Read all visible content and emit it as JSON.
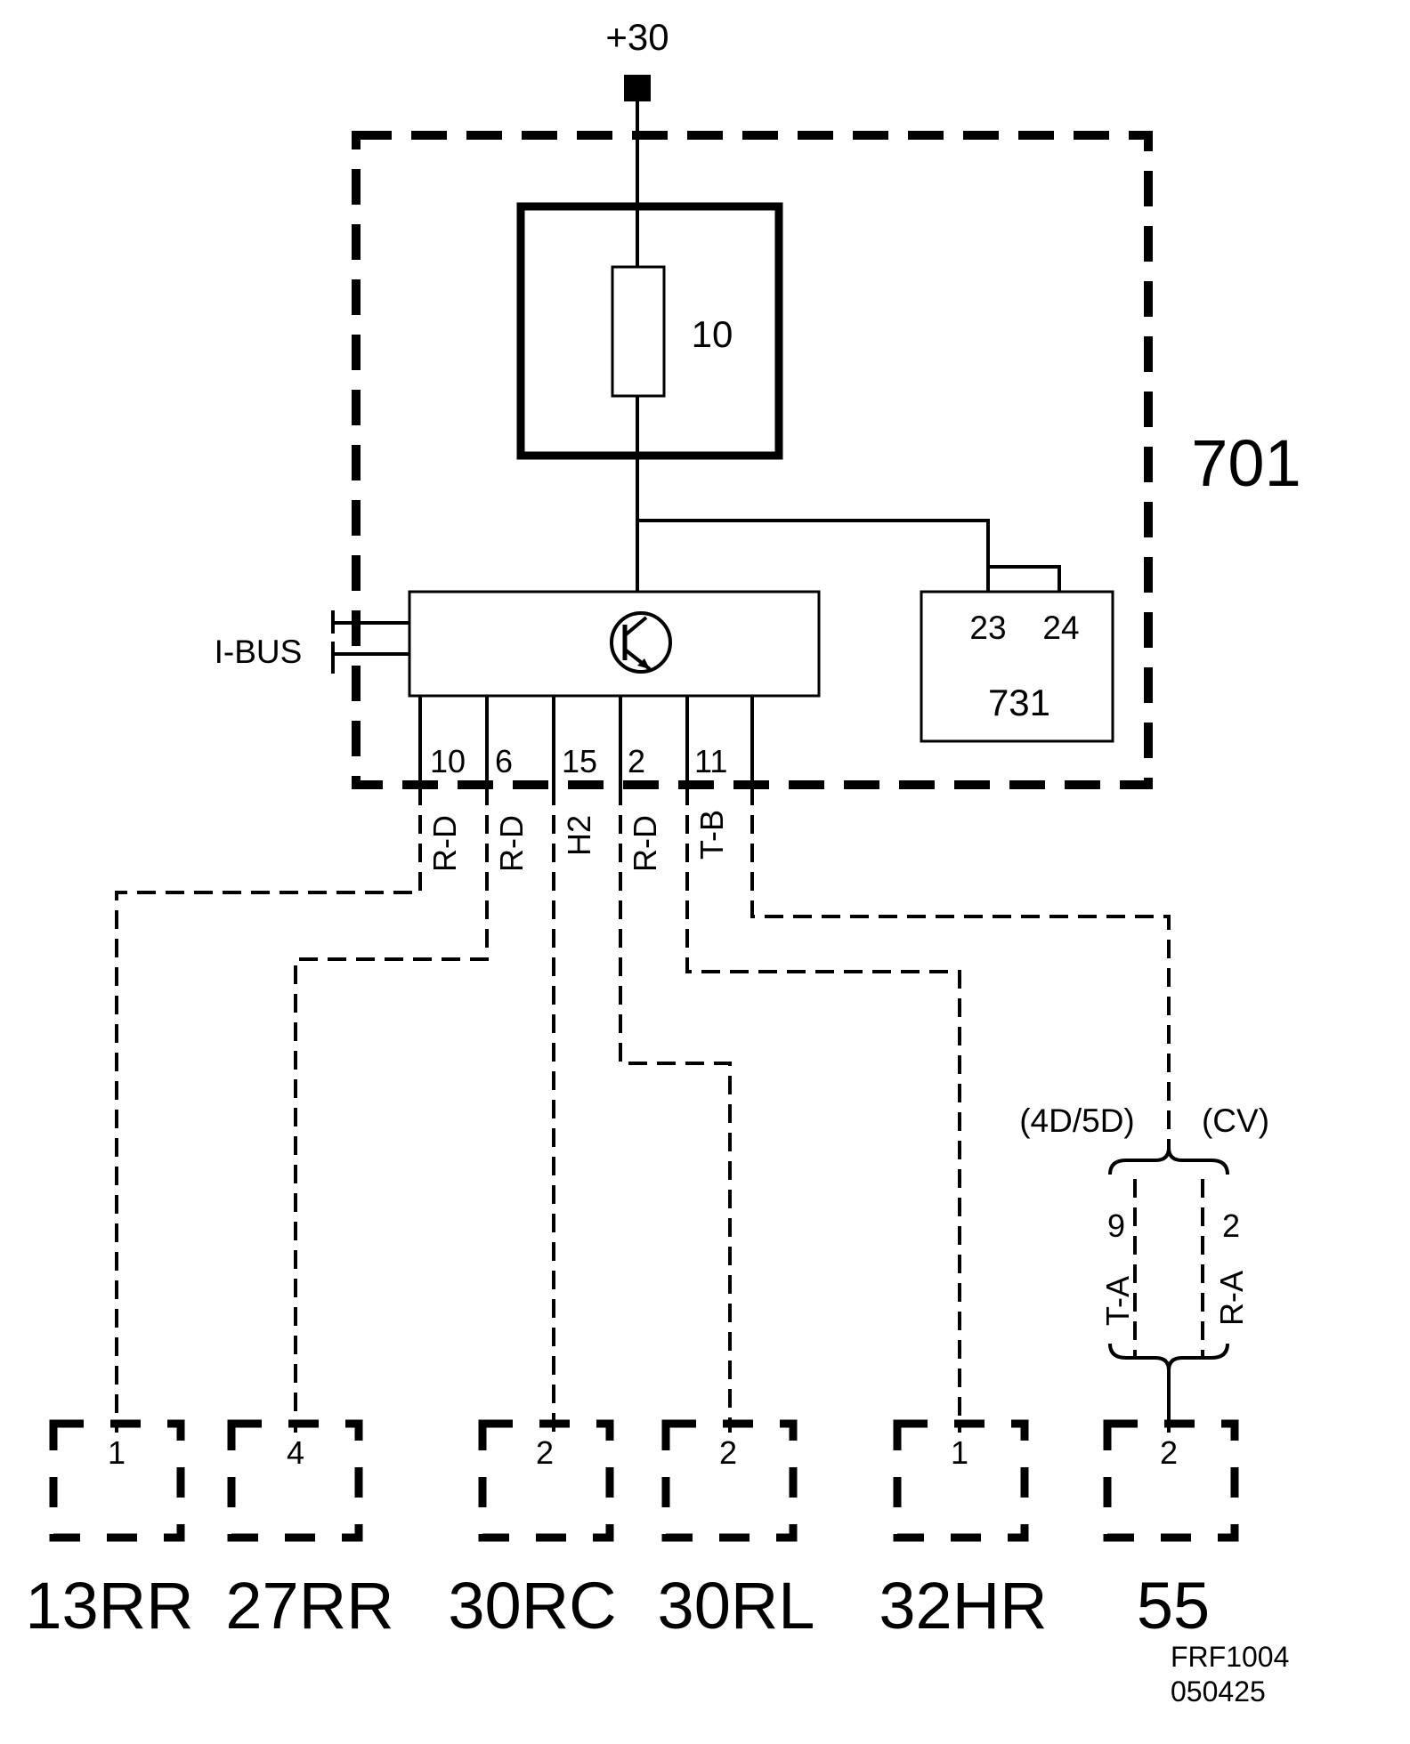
{
  "supply": {
    "label": "+30"
  },
  "module": {
    "label": "701"
  },
  "fuse": {
    "label": "10"
  },
  "relay": {
    "label": "731",
    "pin_a": "23",
    "pin_b": "24"
  },
  "bus": {
    "label": "I-BUS"
  },
  "pins": [
    {
      "number": "10",
      "color": "R-D"
    },
    {
      "number": "6",
      "color": "R-D"
    },
    {
      "number": "15",
      "color": "H2"
    },
    {
      "number": "2",
      "color": "R-D"
    },
    {
      "number": "11",
      "color": "T-B"
    }
  ],
  "variant": {
    "left_label": "(4D/5D)",
    "right_label": "(CV)",
    "left_pin": "9",
    "right_pin": "2",
    "left_color": "T-A",
    "right_color": "R-A"
  },
  "connectors": [
    {
      "name": "13RR",
      "pin": "1"
    },
    {
      "name": "27RR",
      "pin": "4"
    },
    {
      "name": "30RC",
      "pin": "2"
    },
    {
      "name": "30RL",
      "pin": "2"
    },
    {
      "name": "32HR",
      "pin": "1"
    },
    {
      "name": "55",
      "pin": "2"
    }
  ],
  "footer": {
    "code": "FRF1004",
    "date": "050425"
  }
}
